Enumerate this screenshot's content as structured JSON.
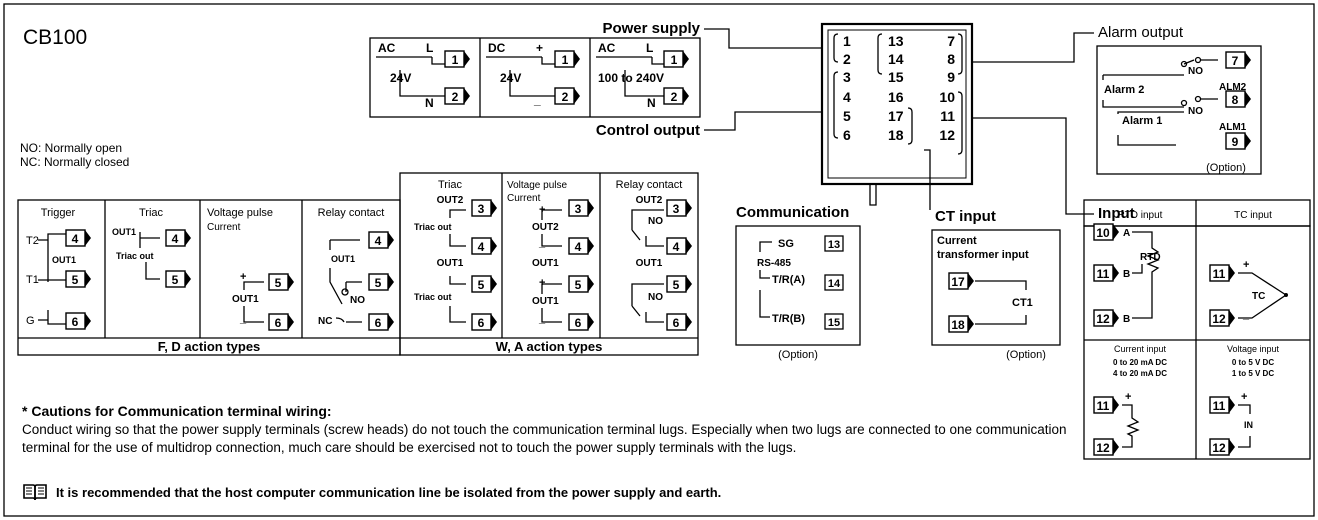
{
  "model": "CB100",
  "notes": {
    "no": "NO: Normally open",
    "nc": "NC: Normally closed"
  },
  "power_supply": {
    "title": "Power supply",
    "ac24": {
      "ac": "AC",
      "l": "L",
      "v": "24V",
      "n": "N"
    },
    "dc24": {
      "dc": "DC",
      "plus": "+",
      "v": "24V",
      "minus": "_"
    },
    "ac100": {
      "ac": "AC",
      "l": "L",
      "v": "100 to 240V",
      "n": "N"
    }
  },
  "terminal_block": {
    "col1": [
      "1",
      "2",
      "3",
      "4",
      "5",
      "6"
    ],
    "col2": [
      "13",
      "14",
      "15",
      "16",
      "17",
      "18"
    ],
    "col3": [
      "7",
      "8",
      "9",
      "10",
      "11",
      "12"
    ]
  },
  "control_output": {
    "title": "Control output",
    "fd": {
      "caption": "F, D action types",
      "trigger": {
        "title": "Trigger",
        "t2": "T2",
        "t1": "T1",
        "g": "G",
        "out": "OUT1"
      },
      "triac": {
        "title": "Triac",
        "out": "OUT1",
        "sub": "Triac out"
      },
      "volt": {
        "title": "Voltage pulse",
        "sub": "Current",
        "plus": "+",
        "out": "OUT1",
        "minus": "_"
      },
      "relay": {
        "title": "Relay contact",
        "out": "OUT1",
        "no": "NO",
        "nc": "NC"
      }
    },
    "wa": {
      "caption": "W, A action types",
      "triac": {
        "title": "Triac",
        "out2": "OUT2",
        "sub2": "Triac out",
        "out1": "OUT1",
        "sub1": "Triac out"
      },
      "volt": {
        "title": "Voltage pulse",
        "sub": "Current",
        "out2": "OUT2",
        "out1": "OUT1",
        "plus": "+",
        "minus": "_"
      },
      "relay": {
        "title": "Relay contact",
        "out2": "OUT2",
        "out1": "OUT1",
        "no": "NO"
      }
    }
  },
  "communication": {
    "title": "Communication",
    "sg": "SG",
    "rs": "RS-485",
    "tra": "T/R(A)",
    "trb": "T/R(B)",
    "option": "(Option)"
  },
  "ct_input": {
    "title": "CT input",
    "desc1": "Current",
    "desc2": "transformer input",
    "ct": "CT1",
    "option": "(Option)"
  },
  "alarm_output": {
    "title": "Alarm output",
    "alarm2": "Alarm 2",
    "alarm1": "Alarm 1",
    "no": "NO",
    "alm2": "ALM2",
    "alm1": "ALM1",
    "option": "(Option)"
  },
  "input": {
    "title": "Input",
    "rtd": {
      "title": "RTD input",
      "a": "A",
      "b": "B",
      "rtd": "RTD"
    },
    "tc": {
      "title": "TC input",
      "tc": "TC",
      "plus": "+",
      "minus": "_"
    },
    "current": {
      "title": "Current input",
      "r1": "0 to 20 mA DC",
      "r2": "4 to 20 mA DC",
      "plus": "+",
      "minus": "_"
    },
    "voltage": {
      "title": "Voltage input",
      "r1": "0 to 5 V DC",
      "r2": "1 to 5 V DC",
      "in": "IN",
      "plus": "+",
      "minus": "_"
    }
  },
  "cautions": {
    "title": "* Cautions for Communication terminal wiring:",
    "body": "Conduct wiring so that the power supply terminals (screw heads) do not touch the communication terminal lugs. Especially when two lugs are connected to one communication terminal for the use of multidrop connection, much care should be exercised not to touch the power supply terminals with the lugs."
  },
  "note": {
    "icon": "book-icon",
    "text": "It is recommended that the host computer communication line be isolated from the power supply and earth."
  }
}
